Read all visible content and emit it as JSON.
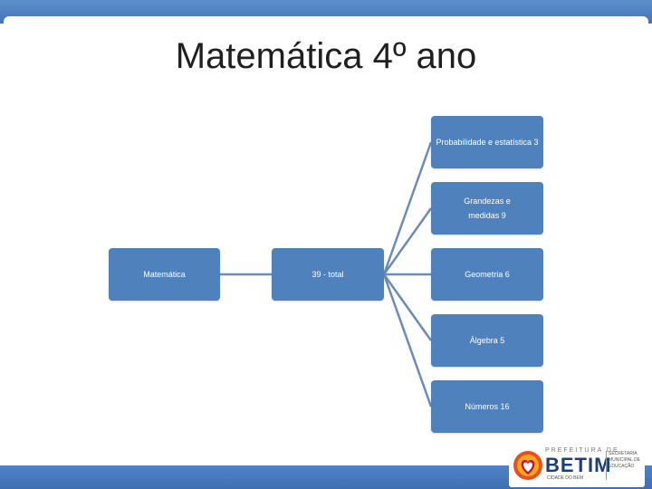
{
  "title": "Matemática 4º ano",
  "root": {
    "label": "Matemática"
  },
  "total": {
    "label": "39 - total"
  },
  "children": [
    {
      "lines": [
        "Probabilidade e estatística  3"
      ]
    },
    {
      "lines": [
        "Grandezas e",
        "medidas  9"
      ]
    },
    {
      "lines": [
        "Geometria  6"
      ]
    },
    {
      "lines": [
        "Álgebra  5"
      ]
    },
    {
      "lines": [
        "Números  16"
      ]
    }
  ],
  "logo": {
    "top": "PREFEITURA DE",
    "main": "BETIM",
    "sub": "CIDADE DO BEM",
    "right": [
      "SECRETARIA",
      "MUNICIPAL DE",
      "EDUCAÇÃO"
    ]
  },
  "colors": {
    "node": "#4f81bd",
    "connector": "#6b8bb8",
    "bar": "#4472b8"
  }
}
